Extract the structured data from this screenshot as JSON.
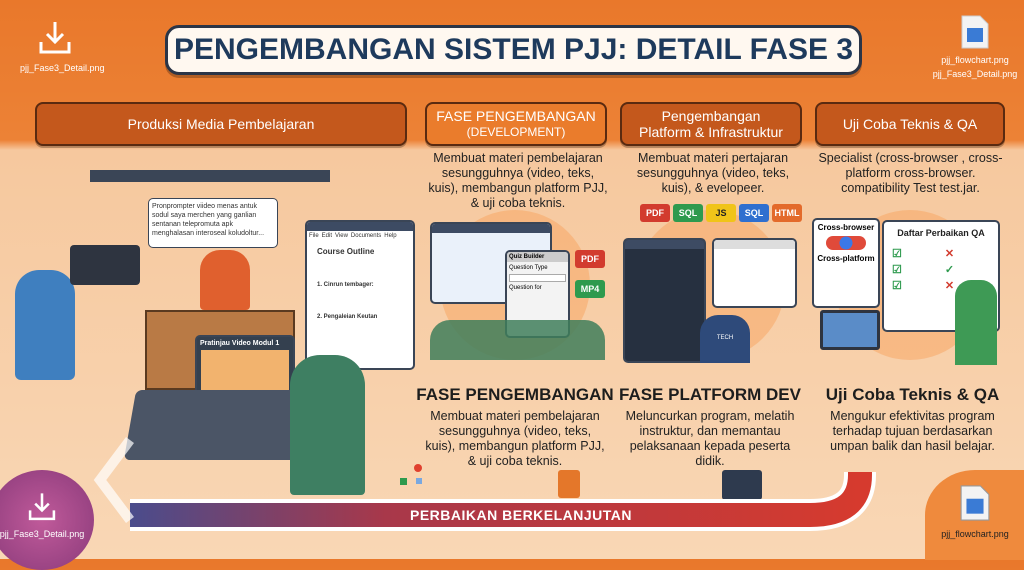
{
  "title": "PENGEMBANGAN SISTEM PJJ: DETAIL FASE 3",
  "desktop_files": {
    "top_left": "pjj_Fase3_Detail.png",
    "top_right_1": "pjj_flowchart.png",
    "top_right_2": "pjj_Fase3_Detail.png",
    "bottom_left": "pjj_Fase3_Detail.png",
    "bottom_right": "pjj_flowchart.png"
  },
  "banner": [
    {
      "label": "Produksi Media Pembelajaran"
    },
    {
      "label": "FASE PENGEMBANGAN",
      "sub": "(DEVELOPMENT)"
    },
    {
      "label": "Pengembangan",
      "sub": "Platform & Infrastruktur"
    },
    {
      "label": "Uji Coba Teknis & QA"
    }
  ],
  "top_desc": [
    "Membuat materi pembelajaran sesungguhnya (video, teks, kuis), membangun platform PJJ, & uji coba teknis.",
    "Membuat materi pertajaran sesungguhnya (video, teks, kuis), & evelopeer.",
    "Specialist (cross-browser , cross-platform cross-browser. compatibility Test test.jar."
  ],
  "scene": {
    "teleprompter": "Pronprompter viideo menas antuk sodul saya merchen yang ganlian sentanan telepromuta apk menghalasan interoseal koludoltur...",
    "doc_menu": [
      "File",
      "Edit",
      "View",
      "Documents",
      "Help"
    ],
    "doc_title": "Course Outline",
    "doc_sections": [
      "1. Cinrun tembager:",
      "2. Pengaleian Keutan"
    ],
    "preview_title": "Pratinjau Video Modul 1"
  },
  "panels": {
    "quiz_title": "Quiz Builder",
    "quiz_fields": [
      "Question Type",
      "Question for"
    ],
    "file_tags_1": [
      "PDF",
      "MP4"
    ],
    "file_tags_2": [
      "PDF",
      "SQL",
      "JS",
      "SQL",
      "HTML"
    ],
    "qa_labels": [
      "Cross-browser",
      "Cross-platform"
    ],
    "qa_board": "Daftar Perbaikan QA",
    "tech_shirt": "TECH"
  },
  "phases": [
    {
      "heading": "FASE PENGEMBANGAN",
      "text": "Membuat materi pembelajaran sesungguhnya (video, teks, kuis), membangun platform PJJ, & uji coba teknis."
    },
    {
      "heading": "FASE PLATFORM DEV",
      "text": "Meluncurkan program, melatih instruktur, dan memantau pelaksanaan kepada peserta didik."
    },
    {
      "heading": "Uji Coba Teknis & QA",
      "text": "Mengukur efektivitas program terhadap tujuan berdasarkan umpan balik dan hasil belajar."
    }
  ],
  "loop_label": "PERBAIKAN BERKELANJUTAN",
  "colors": {
    "title": "#1E3A5C",
    "banner_dark": "#C4581C",
    "banner_light": "#E8792A",
    "loop_red": "#D63A2E",
    "loop_blue": "#4A4C8C"
  }
}
